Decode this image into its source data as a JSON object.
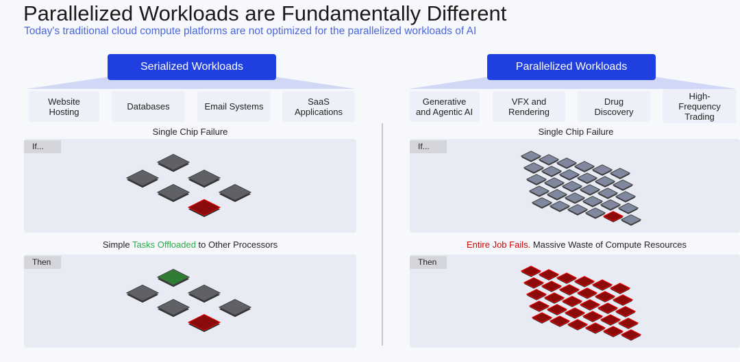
{
  "title": "Parallelized Workloads are Fundamentally Different",
  "subtitle": "Today's traditional cloud compute platforms are not optimized for the parallelized workloads of AI",
  "left": {
    "header": "Serialized Workloads",
    "categories": [
      "Website\nHosting",
      "Databases",
      "Email Systems",
      "SaaS\nApplications"
    ],
    "caption1": "Single Chip Failure",
    "tag1": "If...",
    "caption2_pre": "Simple ",
    "caption2_hl": "Tasks Offloaded",
    "caption2_post": " to Other Processors",
    "tag2": "Then"
  },
  "right": {
    "header": "Parallelized Workloads",
    "categories": [
      "Generative\nand Agentic AI",
      "VFX and\nRendering",
      "Drug\nDiscovery",
      "High-\nFrequency\nTrading"
    ],
    "caption1": "Single Chip Failure",
    "tag1": "If...",
    "caption2_hl": "Entire Job Fails.",
    "caption2_post": " Massive Waste of Compute Resources",
    "tag2": "Then"
  },
  "colors": {
    "accent": "#1f3fe0",
    "chip": "#5f6166",
    "failed": "#8b0a0a",
    "ok": "#2e7d32",
    "success_text": "#2eaa4a",
    "fail_text": "#d00000"
  }
}
